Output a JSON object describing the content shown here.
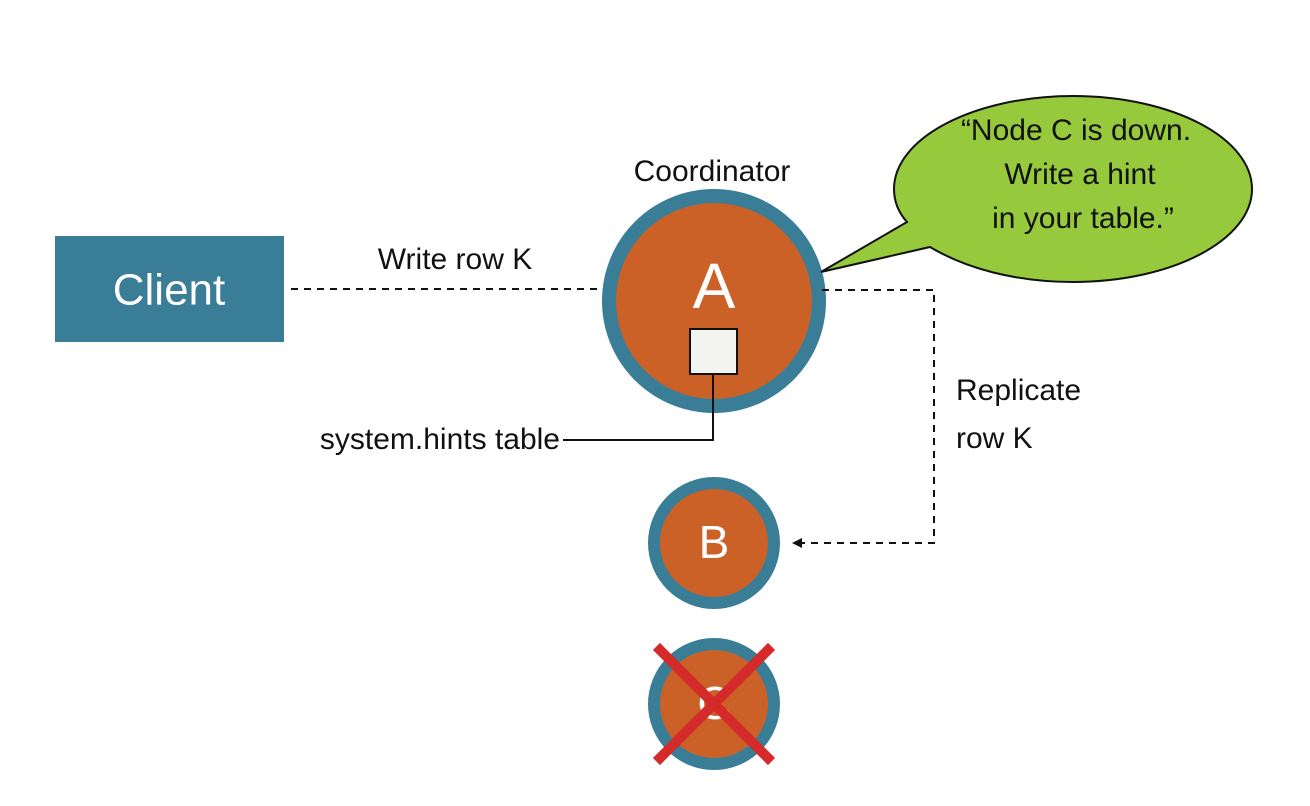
{
  "client": {
    "label": "Client"
  },
  "coordinator": {
    "caption": "Coordinator",
    "label": "A"
  },
  "node_b": {
    "label": "B"
  },
  "node_c": {
    "label": "C"
  },
  "write_arrow": {
    "label": "Write row K"
  },
  "replicate_arrow": {
    "line1": "Replicate",
    "line2": "row K"
  },
  "hints_table": {
    "label": "system.hints table"
  },
  "speech_bubble": {
    "line1": "“Node C is down.",
    "line2": "Write a hint",
    "line3": "in your table.”"
  },
  "colors": {
    "client_fill": "#3a7d96",
    "node_ring": "#3a7d96",
    "node_fill": "#cc6128",
    "bubble_fill": "#97c93c",
    "cross": "#d42a2a"
  }
}
